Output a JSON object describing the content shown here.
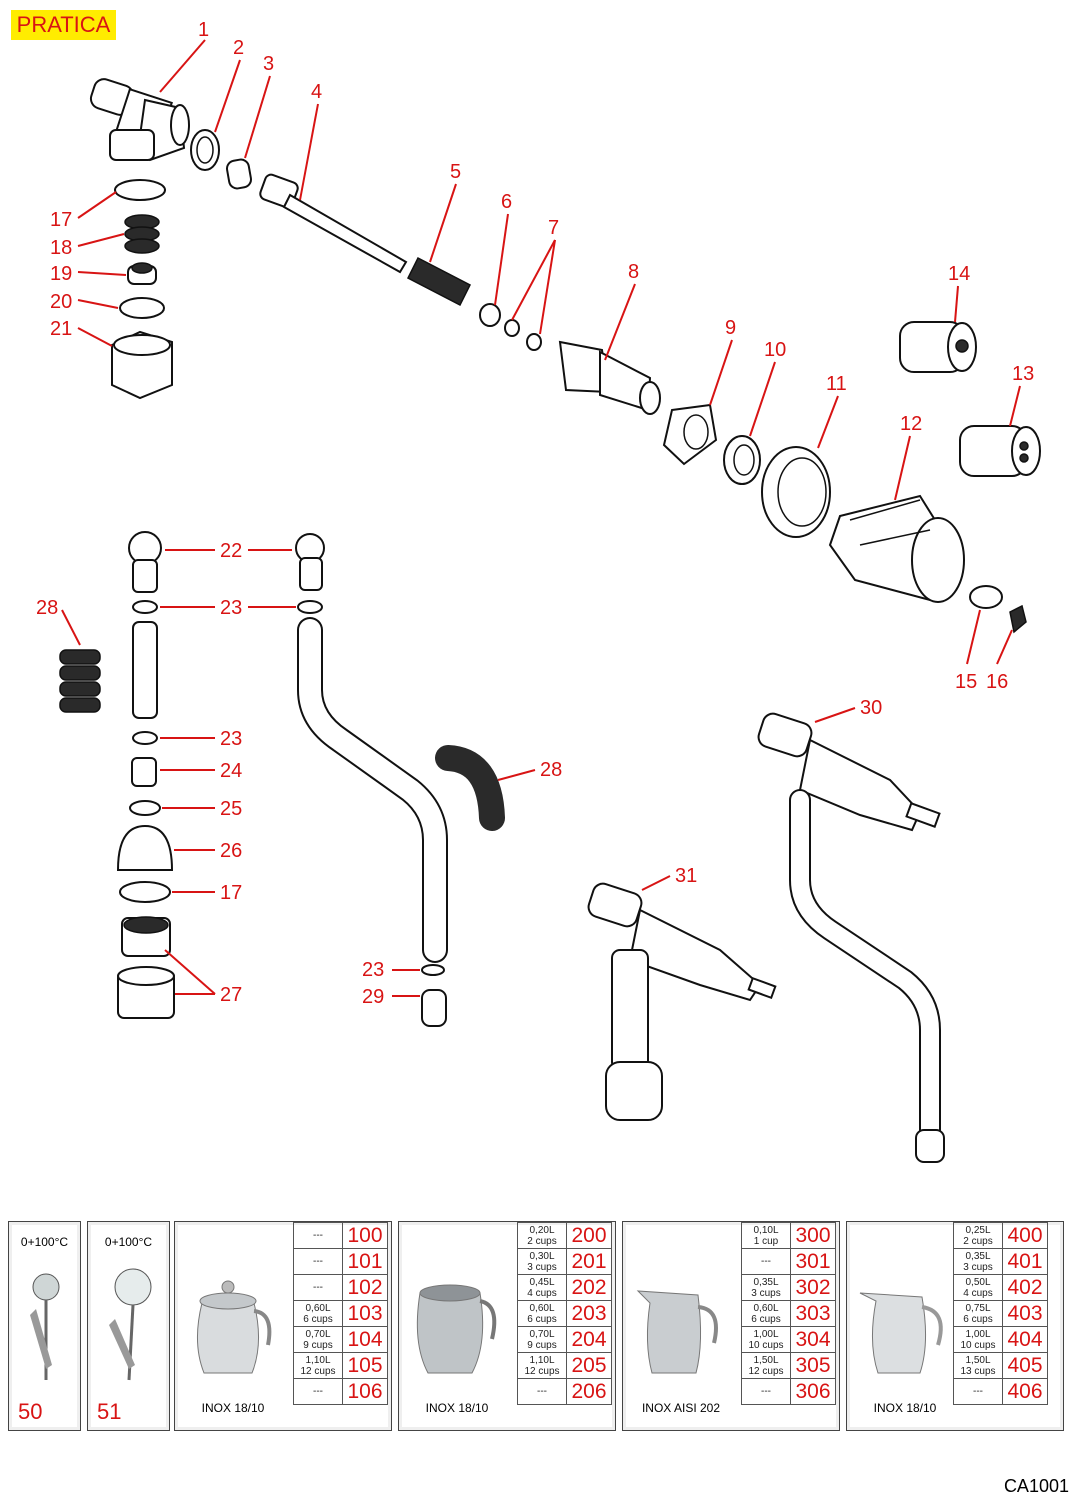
{
  "header": {
    "brand_tag": "PRATICA"
  },
  "diagram": {
    "labels": [
      "1",
      "2",
      "3",
      "4",
      "5",
      "6",
      "7",
      "8",
      "9",
      "10",
      "11",
      "12",
      "13",
      "14",
      "15",
      "16",
      "17",
      "18",
      "19",
      "20",
      "21",
      "22",
      "23",
      "23",
      "28",
      "23",
      "24",
      "25",
      "26",
      "17",
      "27",
      "28",
      "23",
      "29",
      "30",
      "31"
    ]
  },
  "products": {
    "thermometers": [
      {
        "range": "0+100°C",
        "code": "50"
      },
      {
        "range": "0+100°C",
        "code": "51"
      }
    ],
    "pitchers": [
      {
        "material": "INOX 18/10",
        "rows": [
          {
            "cap": "---",
            "code": "100"
          },
          {
            "cap": "---",
            "code": "101"
          },
          {
            "cap": "---",
            "code": "102"
          },
          {
            "cap": "0,60L\n6 cups",
            "code": "103"
          },
          {
            "cap": "0,70L\n9 cups",
            "code": "104"
          },
          {
            "cap": "1,10L\n12 cups",
            "code": "105"
          },
          {
            "cap": "---",
            "code": "106"
          }
        ]
      },
      {
        "material": "INOX 18/10",
        "rows": [
          {
            "cap": "0,20L\n2 cups",
            "code": "200"
          },
          {
            "cap": "0,30L\n3 cups",
            "code": "201"
          },
          {
            "cap": "0,45L\n4 cups",
            "code": "202"
          },
          {
            "cap": "0,60L\n6 cups",
            "code": "203"
          },
          {
            "cap": "0,70L\n9 cups",
            "code": "204"
          },
          {
            "cap": "1,10L\n12 cups",
            "code": "205"
          },
          {
            "cap": "---",
            "code": "206"
          }
        ]
      },
      {
        "material": "INOX AISI 202",
        "rows": [
          {
            "cap": "0,10L\n1 cup",
            "code": "300"
          },
          {
            "cap": "---",
            "code": "301"
          },
          {
            "cap": "0,35L\n3 cups",
            "code": "302"
          },
          {
            "cap": "0,60L\n6 cups",
            "code": "303"
          },
          {
            "cap": "1,00L\n10 cups",
            "code": "304"
          },
          {
            "cap": "1,50L\n12 cups",
            "code": "305"
          },
          {
            "cap": "---",
            "code": "306"
          }
        ]
      },
      {
        "material": "INOX 18/10",
        "rows": [
          {
            "cap": "0,25L\n2 cups",
            "code": "400"
          },
          {
            "cap": "0,35L\n3 cups",
            "code": "401"
          },
          {
            "cap": "0,50L\n4 cups",
            "code": "402"
          },
          {
            "cap": "0,75L\n6 cups",
            "code": "403"
          },
          {
            "cap": "1,00L\n10 cups",
            "code": "404"
          },
          {
            "cap": "1,50L\n13 cups",
            "code": "405"
          },
          {
            "cap": "---",
            "code": "406"
          }
        ]
      }
    ]
  },
  "footer": {
    "ref_code": "CA1001"
  }
}
